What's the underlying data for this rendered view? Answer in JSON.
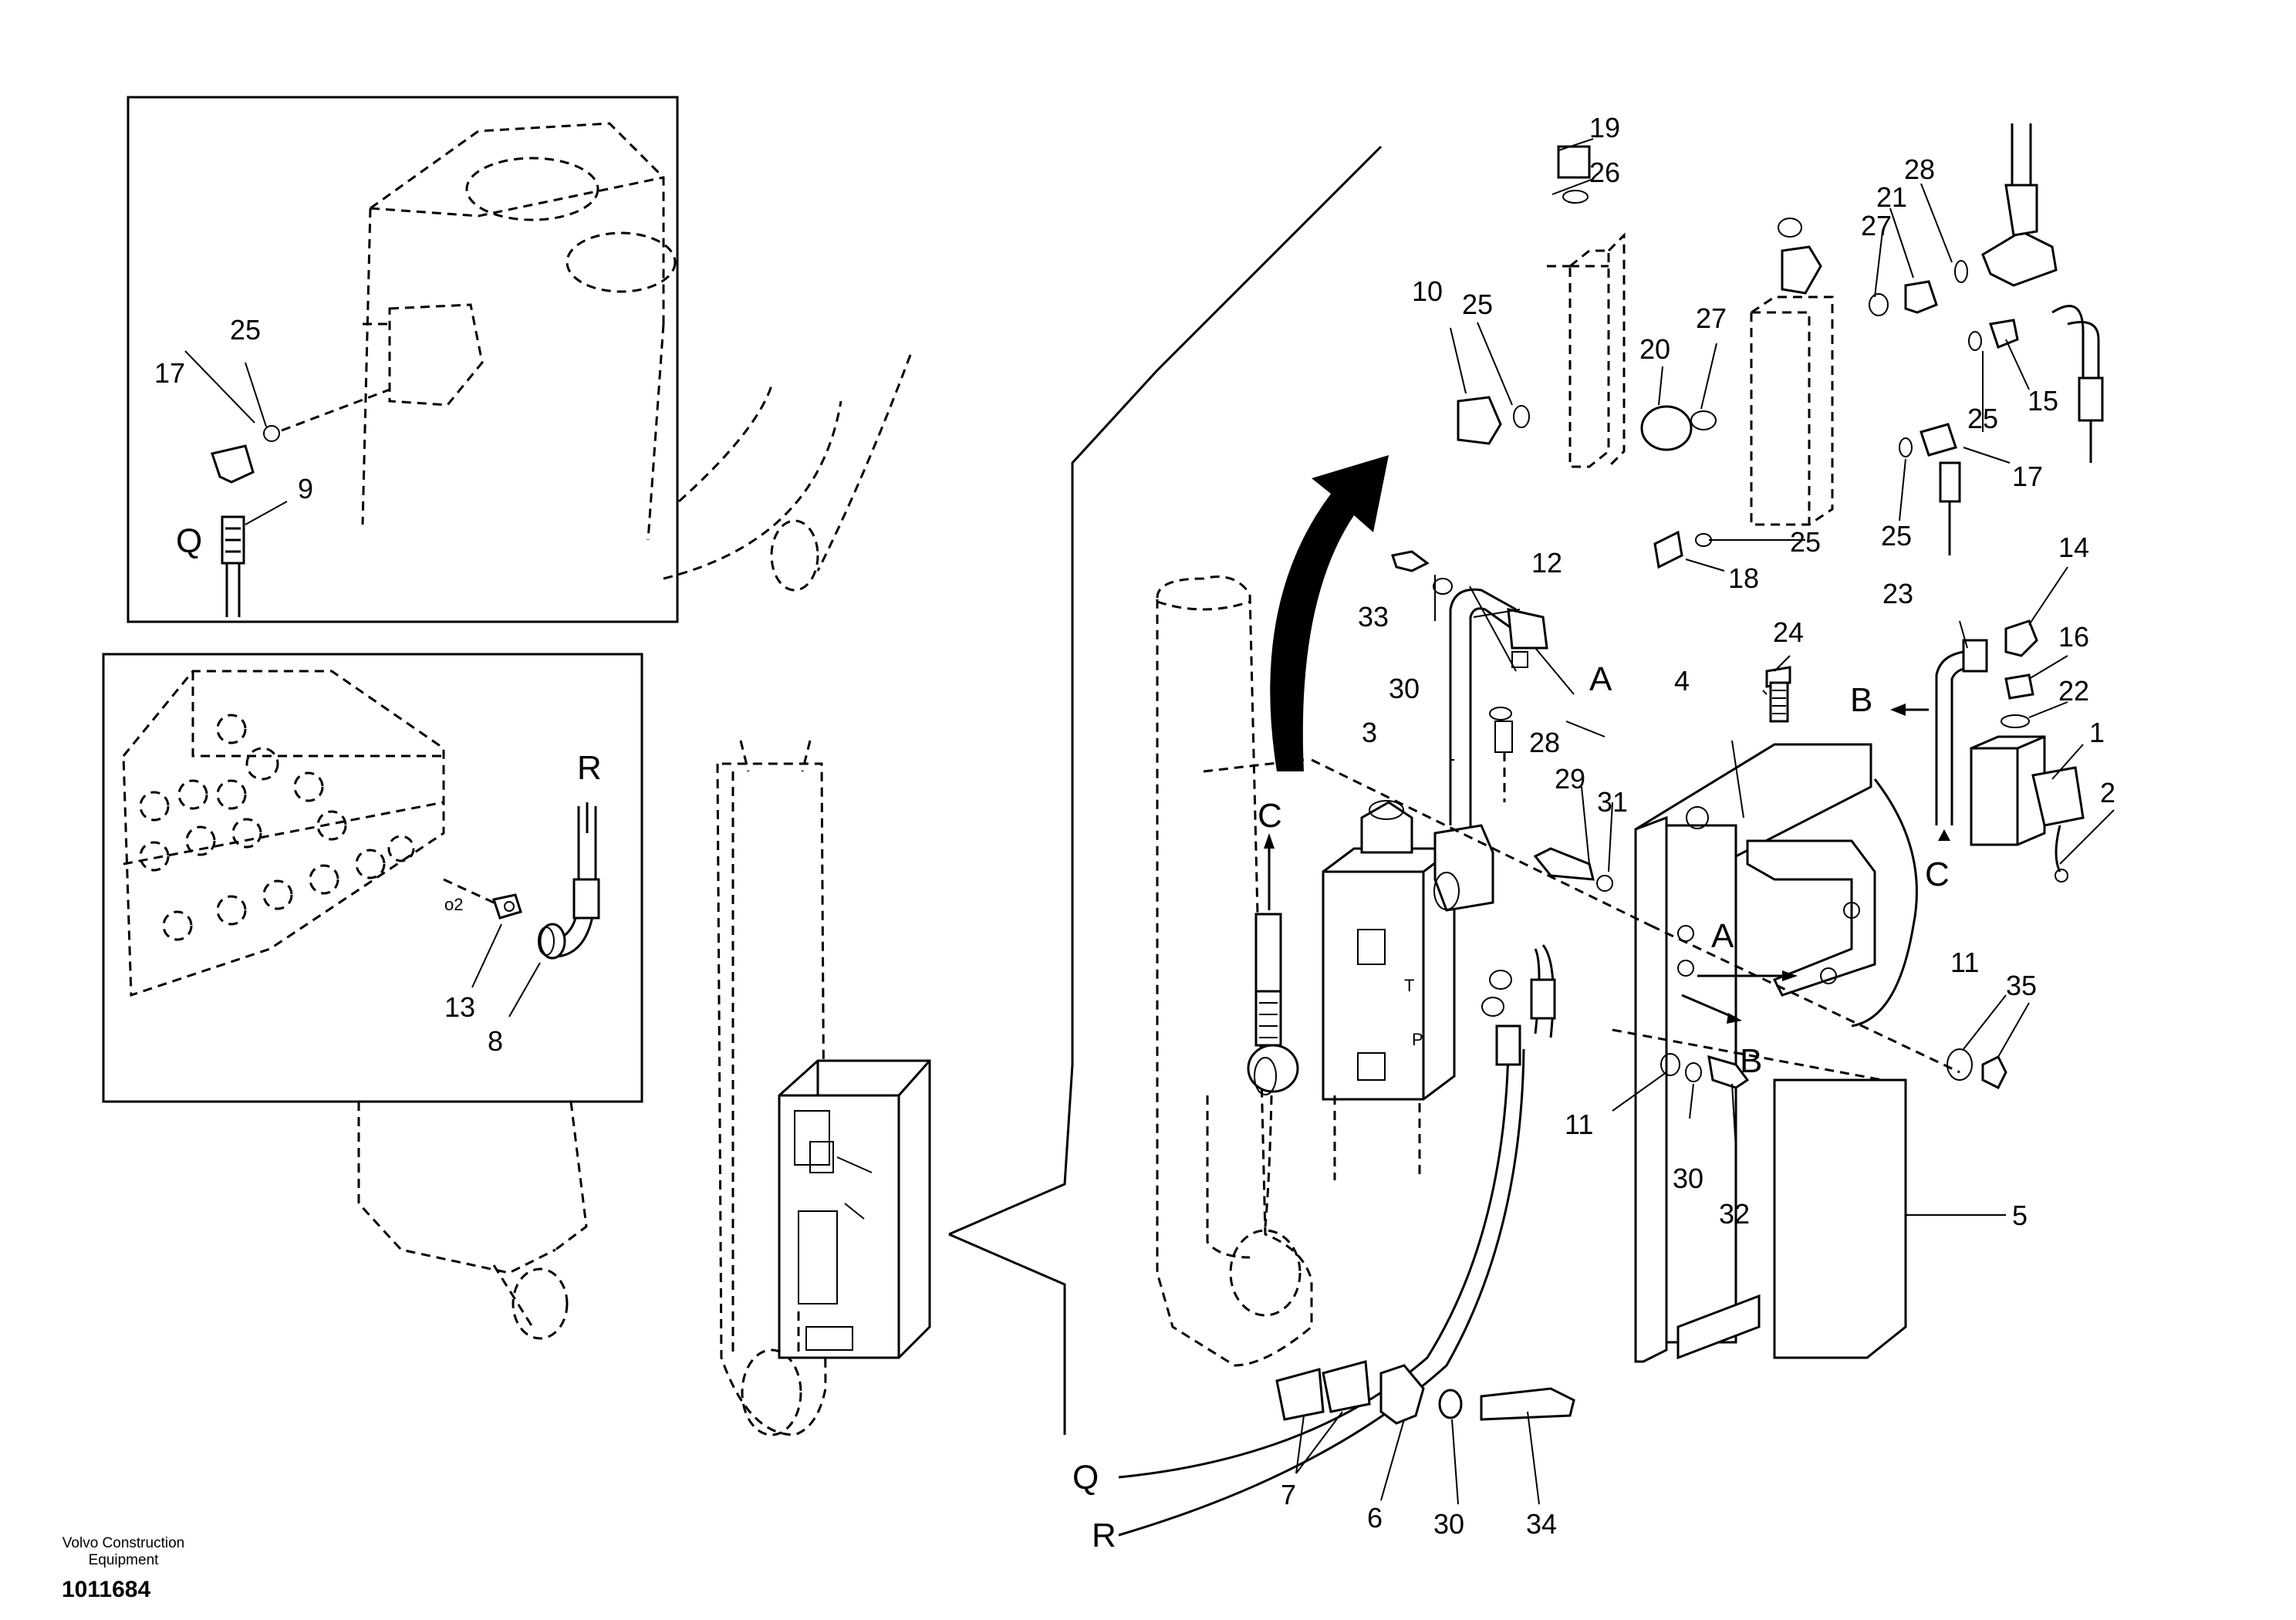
{
  "footer": {
    "company": "Volvo Construction Equipment",
    "drawing_number": "1011684"
  },
  "ports": {
    "t": "T",
    "p": "P",
    "o2": "o2"
  },
  "callouts": {
    "c1": "1",
    "c2": "2",
    "c3": "3",
    "c4": "4",
    "c5": "5",
    "c6": "6",
    "c7": "7",
    "c8": "8",
    "c9": "9",
    "c10": "10",
    "c11a": "11",
    "c11b": "11",
    "c12": "12",
    "c13": "13",
    "c14": "14",
    "c15": "15",
    "c16": "16",
    "c17a": "17",
    "c17b": "17",
    "c18": "18",
    "c19": "19",
    "c20": "20",
    "c21": "21",
    "c22": "22",
    "c23": "23",
    "c24": "24",
    "c25a": "25",
    "c25b": "25",
    "c25c": "25",
    "c25d": "25",
    "c25e": "25",
    "c26": "26",
    "c27a": "27",
    "c27b": "27",
    "c28a": "28",
    "c28b": "28",
    "c29": "29",
    "c30a": "30",
    "c30b": "30",
    "c30c": "30",
    "c31": "31",
    "c32": "32",
    "c33": "33",
    "c34": "34",
    "c35": "35"
  },
  "letters": {
    "q1": "Q",
    "q2": "Q",
    "r1": "R",
    "r2": "R",
    "a1": "A",
    "a2": "A",
    "b1": "B",
    "b2": "B",
    "c1": "C",
    "c2": "C"
  }
}
